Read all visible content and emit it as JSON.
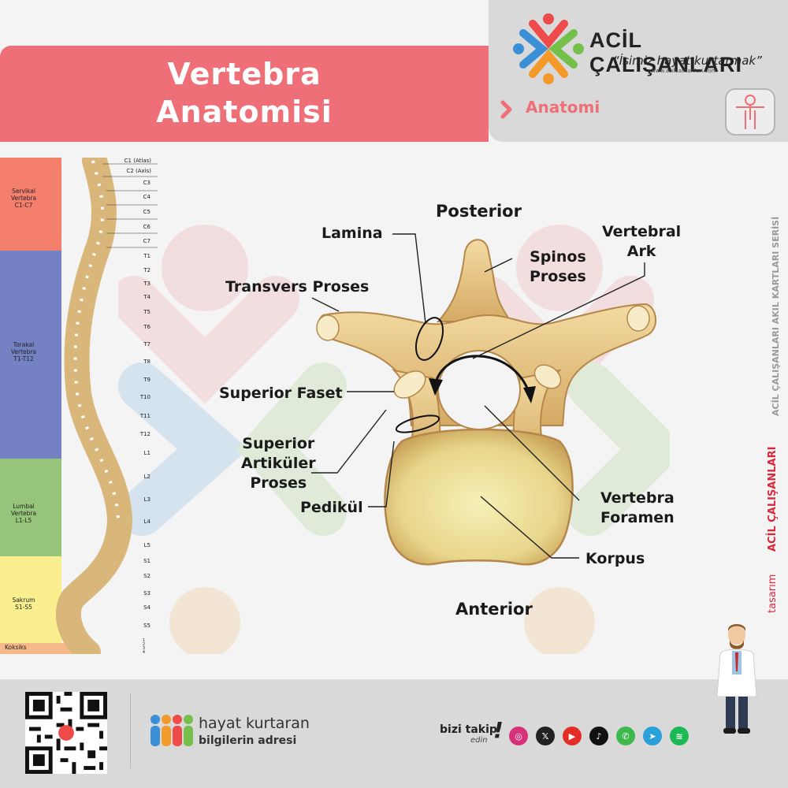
{
  "title": {
    "line1": "Vertebra",
    "line2": "Anatomisi"
  },
  "brand": {
    "name": "ACİL ÇALIŞANLARI",
    "slogan": "“İşimiz hayat kurtarmak”",
    "url": "www.acilcalisanlari.com"
  },
  "category": {
    "label": "Anatomi"
  },
  "spine_regions": [
    {
      "label": "Servikal\nVertebra\nC1-C7",
      "color": "#f47f6c"
    },
    {
      "label": "Torakal\nVertebra\nT1-T12",
      "color": "#7482c4"
    },
    {
      "label": "Lumbal\nVertebra\nL1-L5",
      "color": "#96c47a"
    },
    {
      "label": "Sakrum\nS1-S5",
      "color": "#f9ef8f"
    },
    {
      "label": "Koksiks",
      "color": "#f6b98a"
    }
  ],
  "spine_levels": [
    "C1 (Atlas)",
    "C2 (Axis)",
    "C3",
    "C4",
    "C5",
    "C6",
    "C7",
    "T1",
    "T2",
    "T3",
    "T4",
    "T5",
    "T6",
    "T7",
    "T8",
    "T9",
    "T10",
    "T11",
    "T12",
    "L1",
    "L2",
    "L3",
    "L4",
    "L5",
    "S1",
    "S2",
    "S3",
    "S4",
    "S5"
  ],
  "coccyx_levels": [
    "1",
    "2",
    "3",
    "4"
  ],
  "orientation": {
    "posterior": "Posterior",
    "anterior": "Anterior"
  },
  "labels": {
    "lamina": "Lamina",
    "transvers_proses": "Transvers Proses",
    "superior_faset": "Superior Faset",
    "superior_artikuler": "Superior\nArtiküler\nProses",
    "pedikul": "Pedikül",
    "vertebral_ark": "Vertebral\nArk",
    "spinos_proses": "Spinos\nProses",
    "vertebra_foramen": "Vertebra\nForamen",
    "korpus": "Korpus"
  },
  "side_text": {
    "series": "ACİL ÇALIŞANLARI AKIL KARTLARI SERİSİ",
    "design": "tasarım",
    "design_brand": "ACİL ÇALIŞANLARI"
  },
  "footer": {
    "tagline1": "hayat kurtaran",
    "tagline2": "bilgilerin adresi",
    "follow1": "bizi takip",
    "follow2": "edin",
    "follow_mark": "!",
    "socials": [
      {
        "icon": "instagram-icon",
        "glyph": "◎",
        "color": "#d6317a"
      },
      {
        "icon": "x-icon",
        "glyph": "𝕏",
        "color": "#222222"
      },
      {
        "icon": "youtube-icon",
        "glyph": "▶",
        "color": "#e52d27"
      },
      {
        "icon": "tiktok-icon",
        "glyph": "♪",
        "color": "#111111"
      },
      {
        "icon": "whatsapp-icon",
        "glyph": "✆",
        "color": "#3fb94e"
      },
      {
        "icon": "telegram-icon",
        "glyph": "➤",
        "color": "#2aa0da"
      },
      {
        "icon": "spotify-icon",
        "glyph": "≋",
        "color": "#1db954"
      }
    ]
  },
  "colors": {
    "accent": "#ee6f78",
    "bone": "#e8c98a",
    "panel": "#d9d9d9"
  }
}
